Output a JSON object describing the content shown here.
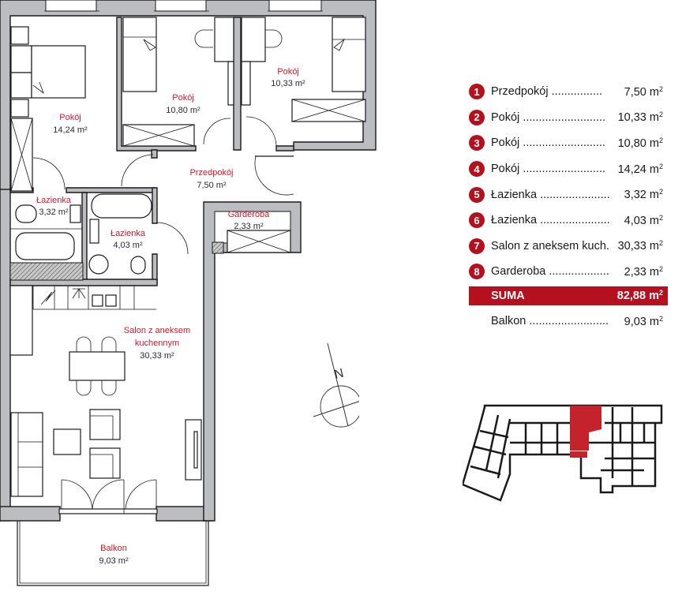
{
  "plan": {
    "rooms": [
      {
        "id": "pokoj-14",
        "name": "Pokój",
        "area": "14,24 m²"
      },
      {
        "id": "pokoj-1080",
        "name": "Pokój",
        "area": "10,80 m²"
      },
      {
        "id": "pokoj-1033",
        "name": "Pokój",
        "area": "10,33 m²"
      },
      {
        "id": "przedpokoj",
        "name": "Przedpokój",
        "area": "7,50 m²"
      },
      {
        "id": "lazienka-332",
        "name": "Łazienka",
        "area": "3,32 m²"
      },
      {
        "id": "lazienka-403",
        "name": "Łazienka",
        "area": "4,03 m²"
      },
      {
        "id": "garderoba",
        "name": "Garderoba",
        "area": "2,33 m²"
      },
      {
        "id": "salon",
        "name_line1": "Salon z aneksem",
        "name_line2": "kuchennym",
        "area": "30,33  m²"
      },
      {
        "id": "balkon",
        "name": "Balkon",
        "area": "9,03 m²"
      }
    ]
  },
  "compass": {
    "label": "N"
  },
  "legend": {
    "unit": "m",
    "unit_sup": "2",
    "items": [
      {
        "num": "1",
        "name": "Przedpokój ................",
        "value": "7,50"
      },
      {
        "num": "2",
        "name": "Pokój ..........................",
        "value": "10,33"
      },
      {
        "num": "3",
        "name": "Pokój ..........................",
        "value": "10,80"
      },
      {
        "num": "4",
        "name": "Pokój ..........................",
        "value": "14,24"
      },
      {
        "num": "5",
        "name": "Łazienka ......................",
        "value": "3,32"
      },
      {
        "num": "6",
        "name": "Łazienka ......................",
        "value": "4,03"
      },
      {
        "num": "7",
        "name": "Salon z aneksem kuch.",
        "value": "30,33"
      },
      {
        "num": "8",
        "name": "Garderoba ...................",
        "value": "2,33"
      }
    ],
    "sum": {
      "label": "SUMA",
      "value": "82,88"
    },
    "extra": {
      "name": "Balkon .........................",
      "value": "9,03"
    }
  },
  "colors": {
    "accent": "#b5101e",
    "label_red": "#d8152a",
    "wall": "#bcbdc0",
    "keyplan_highlight": "#c4232b"
  }
}
